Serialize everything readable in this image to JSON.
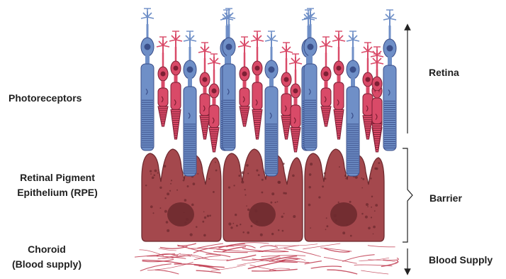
{
  "labels": {
    "photoreceptors": "Photoreceptors",
    "rpe_line1": "Retinal Pigment",
    "rpe_line2": "Epithelium (RPE)",
    "choroid_line1": "Choroid",
    "choroid_line2": "(Blood supply)",
    "retina": "Retina",
    "barrier": "Barrier",
    "blood_supply": "Blood Supply"
  },
  "colors": {
    "rod": "#6f8fc7",
    "rod_dark": "#3b4f8a",
    "cone": "#d94a68",
    "cone_dark": "#7d1f34",
    "rpe": "#a4484d",
    "rpe_dark": "#6e2a2f",
    "vessel": "#c0394f"
  },
  "icons": {
    "rod_cell": "rod-photoreceptor-icon",
    "cone_cell": "cone-photoreceptor-icon",
    "rpe_cell": "rpe-cell-icon",
    "vessel": "blood-vessel-icon"
  }
}
